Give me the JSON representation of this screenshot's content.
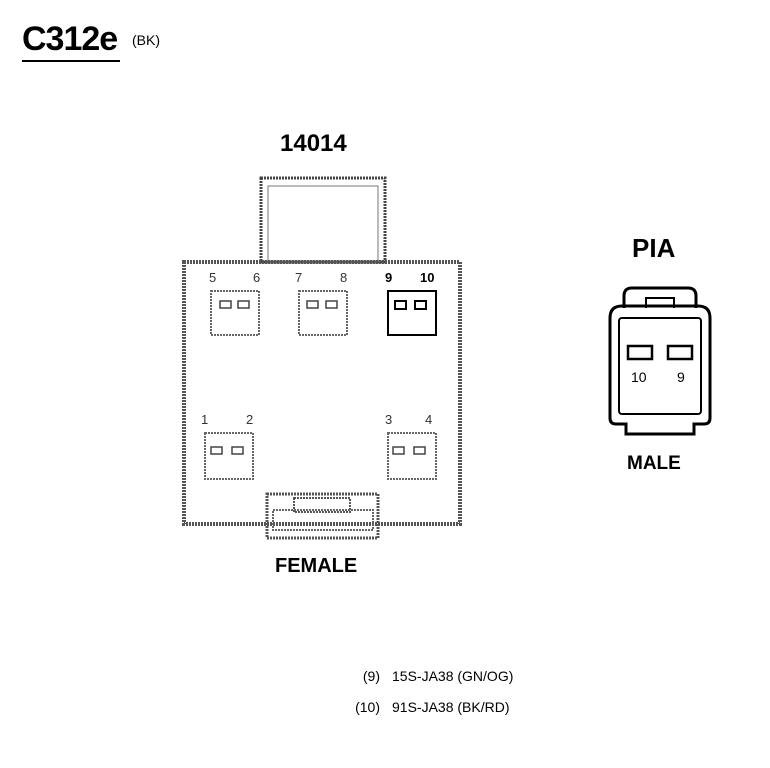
{
  "header": {
    "title": "C312e",
    "subtitle": "(BK)"
  },
  "female_connector": {
    "part_number": "14014",
    "label": "FEMALE",
    "pins": [
      "5",
      "6",
      "7",
      "8",
      "9",
      "10",
      "1",
      "2",
      "3",
      "4"
    ]
  },
  "male_connector": {
    "part_number": "PIA",
    "label": "MALE",
    "pins": [
      "10",
      "9"
    ]
  },
  "legend": [
    {
      "pin": "(9)",
      "circuit": "15S-JA38 (GN/OG)"
    },
    {
      "pin": "(10)",
      "circuit": "91S-JA38 (BK/RD)"
    }
  ]
}
